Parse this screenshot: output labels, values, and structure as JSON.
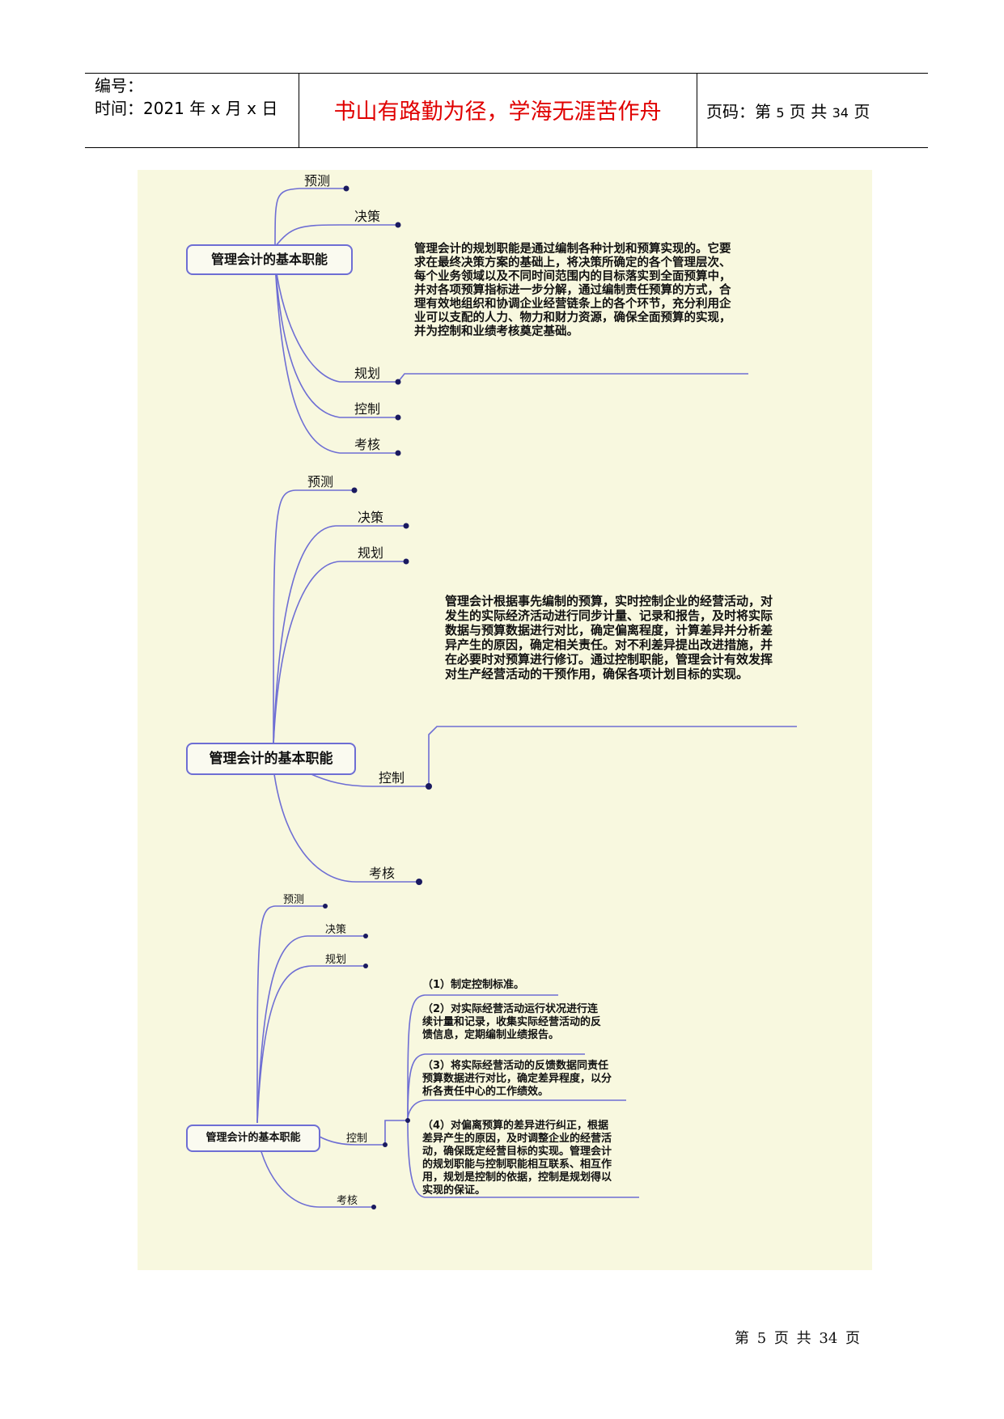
{
  "header": {
    "number_label": "编号：",
    "time_label": "时间：2021 年 x 月 x 日",
    "motto": "书山有路勤为径，学海无涯苦作舟",
    "page_prefix": "页码：第",
    "page_current": "5",
    "page_mid": "页  共",
    "page_total": "34",
    "page_suffix": "页"
  },
  "colors": {
    "canvas": "#f8f8df",
    "branch": "#6e6ed4",
    "node": "#1a1a60",
    "motto": "#e00000"
  },
  "diagram1": {
    "root": "管理会计的基本职能",
    "branches": [
      "预测",
      "决策",
      "规划",
      "控制",
      "考核"
    ],
    "note": "管理会计的规划职能是通过编制各种计划和预算实现的。它要求在最终决策方案的基础上，将决策所确定的各个管理层次、每个业务领域以及不同时间范围内的目标落实到全面预算中，并对各项预算指标进一步分解，通过编制责任预算的方式，合理有效地组织和协调企业经营链条上的各个环节，充分利用企业可以支配的人力、物力和财力资源，确保全面预算的实现，并为控制和业绩考核奠定基础。"
  },
  "diagram2": {
    "root": "管理会计的基本职能",
    "branches": [
      "预测",
      "决策",
      "规划",
      "控制",
      "考核"
    ],
    "note": "管理会计根据事先编制的预算，实时控制企业的经营活动，对发生的实际经济活动进行同步计量、记录和报告，及时将实际数据与预算数据进行对比，确定偏离程度，计算差异并分析差异产生的原因，确定相关责任。对不利差异提出改进措施，并在必要时对预算进行修订。通过控制职能，管理会计有效发挥对生产经营活动的干预作用，确保各项计划目标的实现。"
  },
  "diagram3": {
    "root": "管理会计的基本职能",
    "branches": [
      "预测",
      "决策",
      "规划",
      "控制",
      "考核"
    ],
    "items": [
      "（1）制定控制标准。",
      "（2）对实际经营活动运行状况进行连续计量和记录，收集实际经营活动的反馈信息，定期编制业绩报告。",
      "（3）将实际经营活动的反馈数据同责任预算数据进行对比，确定差异程度，以分析各责任中心的工作绩效。",
      "（4）对偏离预算的差异进行纠正，根据差异产生的原因，及时调整企业的经营活动，确保既定经营目标的实现。管理会计的规划职能与控制职能相互联系、相互作用，规划是控制的依据，控制是规划得以实现的保证。"
    ]
  },
  "footer": {
    "prefix": "第",
    "current": "5",
    "mid": "页 共",
    "total": "34",
    "suffix": "页"
  }
}
